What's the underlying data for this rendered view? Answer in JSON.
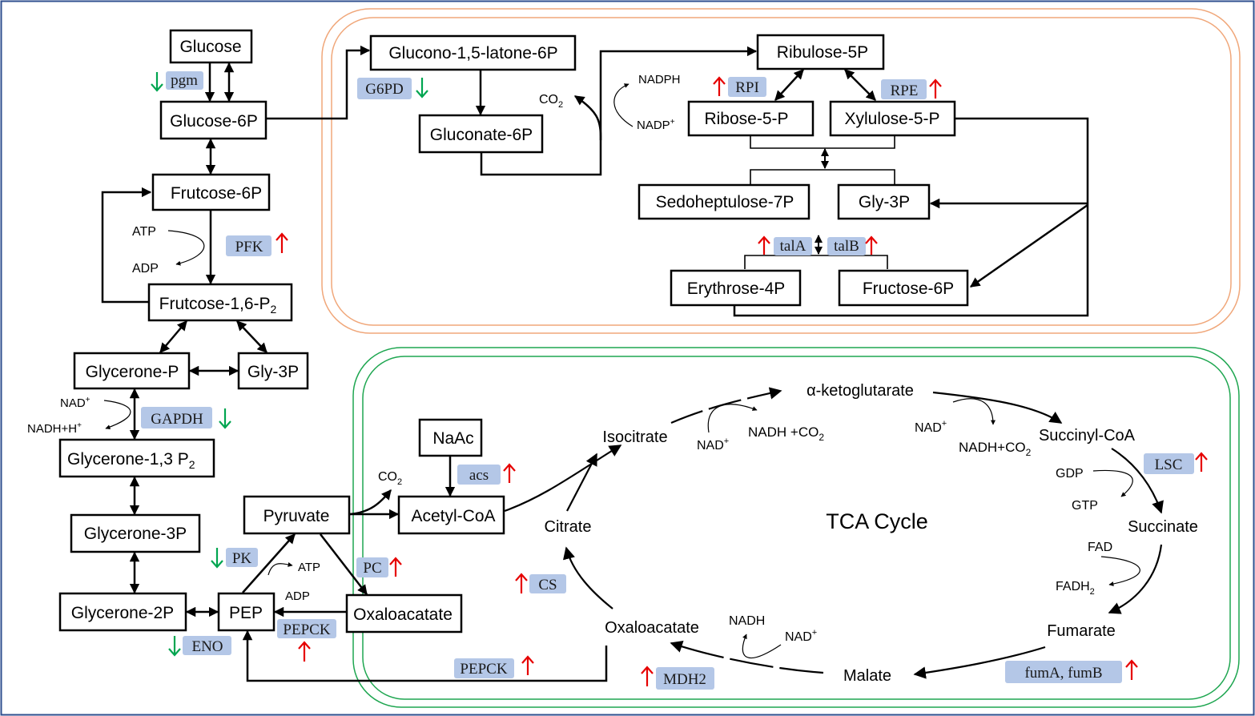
{
  "colors": {
    "frame": "#2f4f8f",
    "ppp_border": "#f0a77a",
    "tca_border": "#1ea650",
    "enzyme_fill": "#b4c7e7",
    "up": "#e60000",
    "down": "#00a550"
  },
  "metabolites": {
    "glucose": "Glucose",
    "glucose6p": "Glucose-6P",
    "fructose6p": "Frutcose-6P",
    "fructose16p2": "Frutcose-1,6-P",
    "glycerone_p": "Glycerone-P",
    "gly3p_left": "Gly-3P",
    "glycerone13p2": "Glycerone-1,3  P",
    "glycerone3p": "Glycerone-3P",
    "glycerone2p": "Glycerone-2P",
    "pep": "PEP",
    "pyruvate": "Pyruvate",
    "oxaloacetate_box": "Oxaloacatate",
    "acetyl_coa": "Acetyl-CoA",
    "naac": "NaAc",
    "glucono": "Glucono-1,5-latone-6P",
    "gluconate6p": "Gluconate-6P",
    "ribulose5p": "Ribulose-5P",
    "ribose5p": "Ribose-5-P",
    "xylulose5p": "Xylulose-5-P",
    "sedoheptulose7p": "Sedoheptulose-7P",
    "gly3p_ppp": "Gly-3P",
    "erythrose4p": "Erythrose-4P",
    "fructose6p_ppp": "Fructose-6P"
  },
  "tca": {
    "title": "TCA Cycle",
    "citrate": "Citrate",
    "isocitrate": "Isocitrate",
    "akg": "α-ketoglutarate",
    "succinyl_coa": "Succinyl-CoA",
    "succinate": "Succinate",
    "fumarate": "Fumarate",
    "malate": "Malate",
    "oxaloacetate": "Oxaloacatate"
  },
  "enzymes": {
    "pgm": "pgm",
    "pfk": "PFK",
    "gapdh": "GAPDH",
    "pk": "PK",
    "eno": "ENO",
    "pepck1": "PEPCK",
    "pc": "PC",
    "acs": "acs",
    "pepck2": "PEPCK",
    "g6pd": "G6PD",
    "rpi": "RPI",
    "rpe": "RPE",
    "tala": "talA",
    "talb": "talB",
    "cs": "CS",
    "mdh2": "MDH2",
    "lsc": "LSC",
    "fum": "fumA,  fumB"
  },
  "cofactors": {
    "atp1": "ATP",
    "adp1": "ADP",
    "nad_plus": "NAD",
    "nadh_h": "NADH+H",
    "atp2": "ATP",
    "adp2": "ADP",
    "co2_pyr": "CO",
    "co2_ppp": "CO",
    "nadph": "NADPH",
    "nadp": "NADP",
    "nad_iso": "NAD",
    "nadh_co2_iso": "NADH  +CO",
    "nad_akg": "NAD",
    "nadh_co2_akg": "NADH+CO",
    "gdp": "GDP",
    "gtp": "GTP",
    "fad": "FAD",
    "fadh2": "FADH",
    "nadh_mal": "NADH",
    "nad_mal": "NAD",
    "sub2": "2",
    "sup_plus": "+"
  },
  "regulation": {
    "pgm": "down",
    "g6pd": "down",
    "pfk": "up",
    "gapdh": "down",
    "pk": "down",
    "eno": "down",
    "pepck1": "up",
    "pc": "up",
    "acs": "up",
    "pepck2": "up",
    "rpi": "up",
    "rpe": "up",
    "tala": "up",
    "talb": "up",
    "cs": "up",
    "mdh2": "up",
    "lsc": "up",
    "fum": "up"
  }
}
